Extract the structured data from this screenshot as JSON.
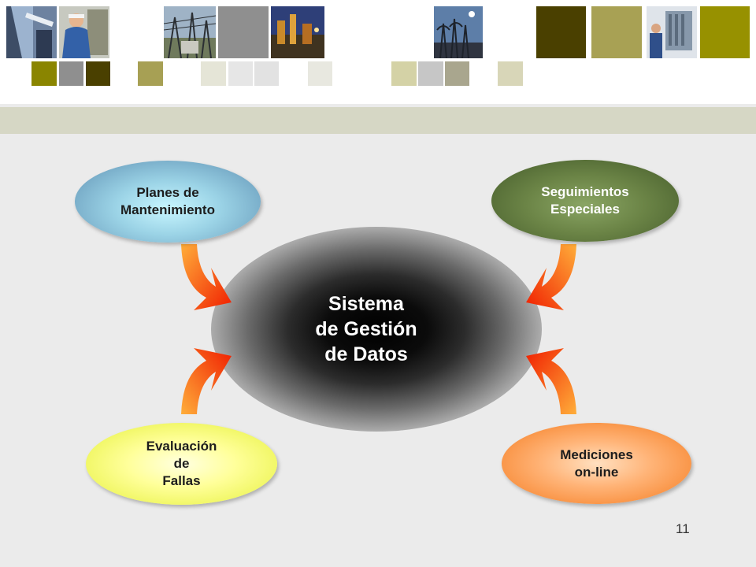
{
  "diagram": {
    "center": {
      "lines": [
        "Sistema",
        "de Gestión",
        "de Datos"
      ]
    },
    "nodes": {
      "planes": {
        "lines": [
          "Planes de",
          "Mantenimiento"
        ]
      },
      "seguimientos": {
        "lines": [
          "Seguimientos",
          "Especiales"
        ]
      },
      "evaluacion": {
        "lines": [
          "Evaluación",
          "de",
          "Fallas"
        ]
      },
      "mediciones": {
        "lines": [
          "Mediciones",
          "on-line"
        ]
      }
    }
  },
  "slide_number": "11",
  "colors": {
    "olive_dark": "#4a4000",
    "olive_mid": "#a8a154",
    "olive_bright": "#979100",
    "band": "#d6d7c5",
    "arrow_light": "#ffae3a",
    "arrow_dark": "#f01e00"
  }
}
